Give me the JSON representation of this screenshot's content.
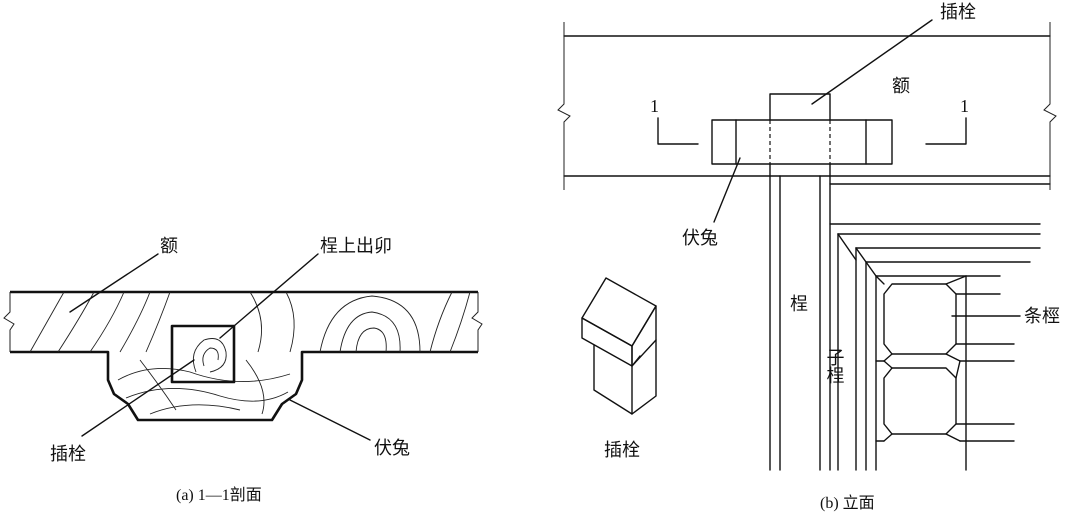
{
  "left_figure": {
    "caption": "(a) 1—1剖面",
    "labels": {
      "e": "额",
      "tingshang_chumao": "桯上出卯",
      "chashuan": "插栓",
      "futu": "伏兔"
    }
  },
  "right_figure": {
    "caption": "(b) 立面",
    "labels": {
      "chashuan_top": "插栓",
      "e": "额",
      "section_mark_left": "1",
      "section_mark_right": "1",
      "futu": "伏兔",
      "ting": "桯",
      "ziting": "子桯",
      "tiaojing": "条桱",
      "chashuan_iso": "插栓"
    }
  }
}
